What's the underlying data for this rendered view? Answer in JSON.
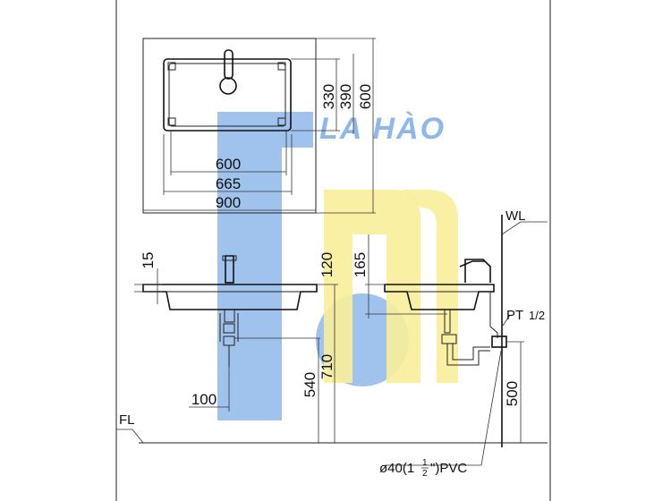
{
  "dimensions": {
    "top_330": "330",
    "top_390": "390",
    "top_600": "600",
    "width_600": "600",
    "width_665": "665",
    "width_900": "900",
    "side_15": "15",
    "side_120": "120",
    "side_165": "165",
    "side_540": "540",
    "side_710": "710",
    "side_100": "100",
    "side_500": "500"
  },
  "labels": {
    "wl": "WL",
    "fl": "FL",
    "pt": "PT",
    "pt_size": "1/2",
    "pipe_prefix": "ø40(1",
    "pipe_frac_num": "1",
    "pipe_frac_den": "2",
    "pipe_suffix": "\")PVC"
  },
  "watermark": {
    "text": "LA HÀO",
    "color_blue": "#8fb8ea",
    "color_yellow": "#f8ee9a"
  }
}
